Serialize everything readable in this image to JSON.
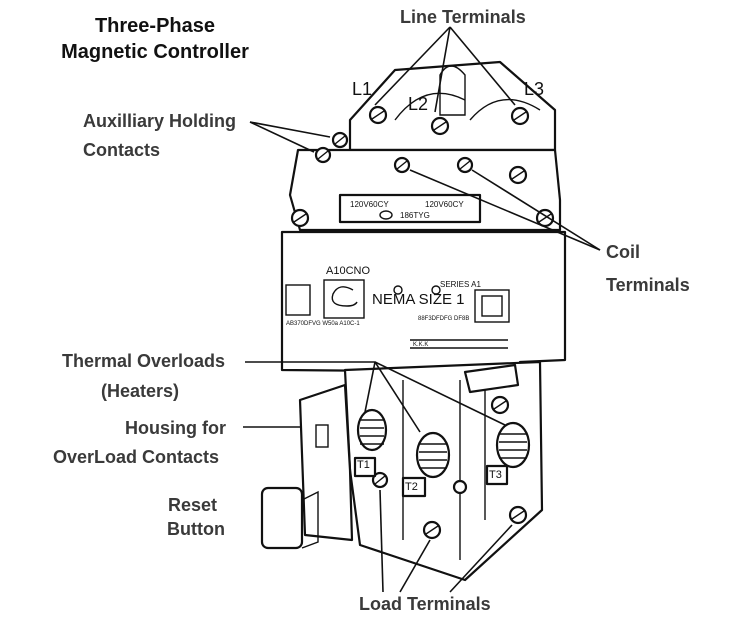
{
  "title": {
    "line1": "Three-Phase",
    "line2": "Magnetic Controller"
  },
  "labels": {
    "line_terminals": "Line Terminals",
    "aux_holding_line1": "Auxilliary Holding",
    "aux_holding_line2": "Contacts",
    "coil_line1": "Coil",
    "coil_line2": "Terminals",
    "thermal_line1": "Thermal Overloads",
    "thermal_line2": "(Heaters)",
    "housing_line1": "Housing for",
    "housing_line2": "OverLoad Contacts",
    "reset_line1": "Reset",
    "reset_line2": "Button",
    "load_terminals": "Load Terminals"
  },
  "terminal_marks": {
    "l1": "L1",
    "l2": "L2",
    "l3": "L3",
    "t1": "T1",
    "t2": "T2",
    "t3": "T3"
  },
  "nameplate": {
    "model": "A10CNO",
    "series": "SERIES A1",
    "rating": "NEMA  SIZE  1",
    "coil_rating_left": "120V60CY",
    "coil_rating_right": "120V60CY",
    "coil_part": "186TYG",
    "left_code": "AB370DFVG  W50a  A10C-1",
    "right_code": "88F3DFDFG  DF8B",
    "small_mark": "K.K.K"
  },
  "colors": {
    "text": "#3a3a3a",
    "title": "#111111",
    "line": "#111111",
    "background": "#ffffff"
  }
}
